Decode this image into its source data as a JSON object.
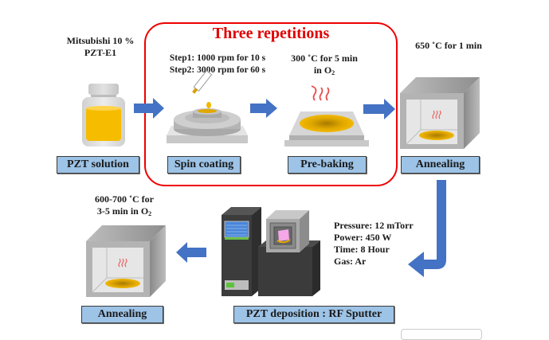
{
  "repeat_group": {
    "title": "Three repetitions",
    "frame_color": "#ee0000"
  },
  "steps": {
    "pzt_solution": {
      "caption_lines": [
        "Mitsubishi 10 %",
        "PZT-E1"
      ],
      "label": "PZT solution"
    },
    "spin_coating": {
      "caption_lines": [
        "Step1: 1000 rpm for 10 s",
        "Step2: 3000 rpm for 60 s"
      ],
      "label": "Spin coating"
    },
    "pre_baking": {
      "caption_line1": "300 ˚C for 5 min",
      "caption_line2_prefix": "in O",
      "caption_line2_sub": "2",
      "label": "Pre-baking"
    },
    "annealing_1": {
      "caption": "650 ˚C for 1 min",
      "label": "Annealing"
    },
    "rf_sputter": {
      "params": [
        "Pressure:  12 mTorr",
        "Power:  450 W",
        "Time:  8 Hour",
        "Gas:  Ar"
      ],
      "label": "PZT deposition : RF Sputter"
    },
    "annealing_2": {
      "caption_line1": "600-700 ˚C for",
      "caption_line2_prefix": "3-5 min in O",
      "caption_line2_sub": "2",
      "label": "Annealing"
    }
  },
  "icons": {
    "bottle": "reagent-bottle-icon",
    "spin_coater": "spin-coater-icon",
    "hot_plate": "hot-plate-icon",
    "furnace": "furnace-icon",
    "sputter": "rf-sputter-machine-icon",
    "arrow": "flow-arrow-icon"
  },
  "colors": {
    "arrow": "#4472c4",
    "label_fill": "#9dc3e6",
    "solution": "#f2b800",
    "heat": "#e84c4c"
  }
}
